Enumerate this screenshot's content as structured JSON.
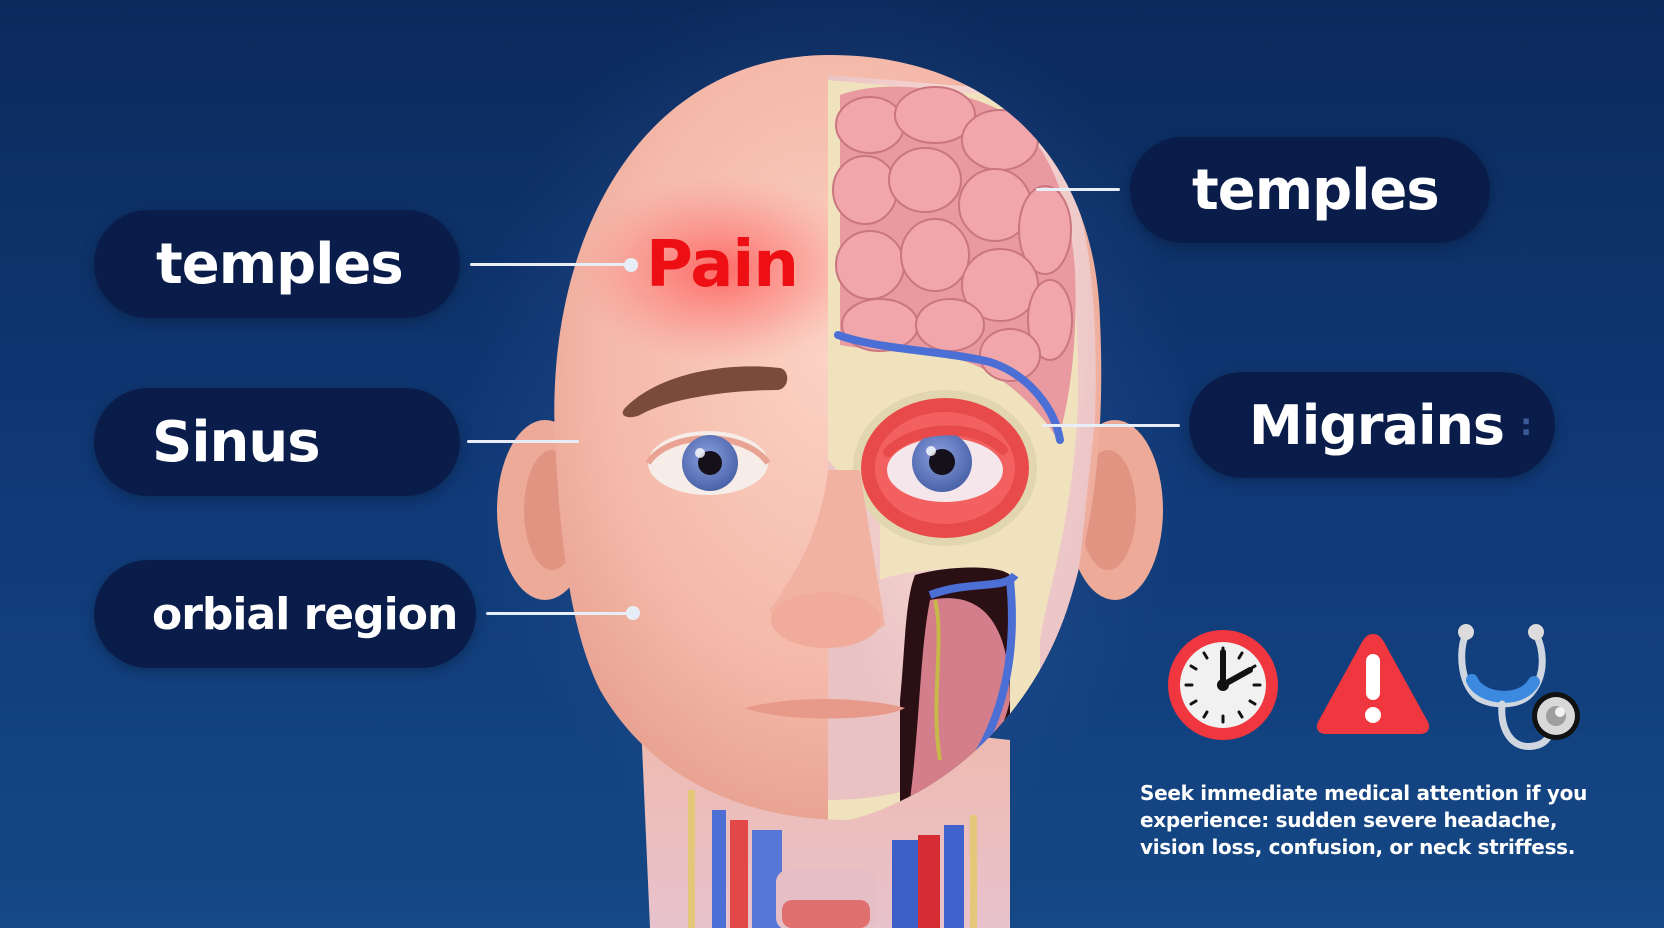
{
  "labels": {
    "left": [
      {
        "text": "temples"
      },
      {
        "text": "Sinus"
      },
      {
        "text": "orbial region"
      }
    ],
    "right": [
      {
        "text": "temples"
      },
      {
        "text": "Migrains",
        "trailing_mark": ":"
      }
    ]
  },
  "head": {
    "pain_label": "Pain"
  },
  "icons": [
    {
      "name": "clock-icon",
      "time_shown": "2:00"
    },
    {
      "name": "warning-icon",
      "glyph": "!"
    },
    {
      "name": "stethoscope-icon"
    }
  ],
  "warning_message": "Seek immediate medical attention if you experience: sudden severe headache, vision loss, confusion, or neck striffess.",
  "colors": {
    "background_top": "#0b2a5c",
    "background_bottom": "#154886",
    "pill": "#0a1d4a",
    "pain_text": "#ee0f14",
    "label_text": "#ffffff",
    "warning_red": "#f0363f"
  }
}
